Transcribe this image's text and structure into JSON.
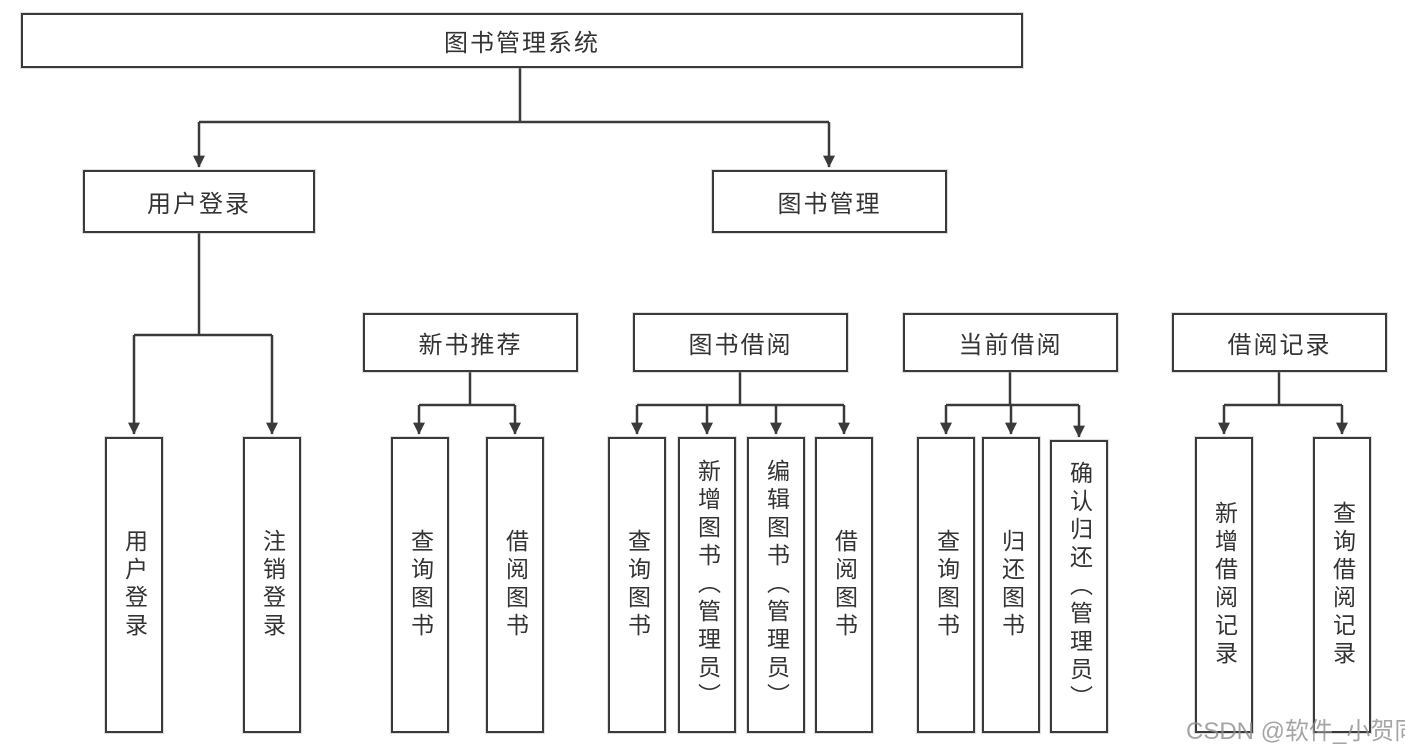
{
  "watermark": "CSDN @软件_小贺同学",
  "tree": {
    "root": {
      "label": "图书管理系统"
    },
    "level2": [
      {
        "label": "用户登录",
        "leaves": [
          {
            "label": "用户登录"
          },
          {
            "label": "注销登录"
          }
        ]
      },
      {
        "label": "图书管理",
        "groups": [
          {
            "label": "新书推荐",
            "leaves": [
              {
                "label": "查询图书"
              },
              {
                "label": "借阅图书"
              }
            ]
          },
          {
            "label": "图书借阅",
            "leaves": [
              {
                "label": "查询图书"
              },
              {
                "label": "新增图书（管理员）"
              },
              {
                "label": "编辑图书（管理员）"
              },
              {
                "label": "借阅图书"
              }
            ]
          },
          {
            "label": "当前借阅",
            "leaves": [
              {
                "label": "查询图书"
              },
              {
                "label": "归还图书"
              },
              {
                "label": "确认归还（管理员）"
              }
            ]
          },
          {
            "label": "借阅记录",
            "leaves": [
              {
                "label": "新增借阅记录"
              },
              {
                "label": "查询借阅记录"
              }
            ]
          }
        ]
      }
    ]
  },
  "colors": {
    "line": "#3a3a3a",
    "text": "#333333",
    "background": "#ffffff",
    "watermark": "#8f8f8f"
  }
}
